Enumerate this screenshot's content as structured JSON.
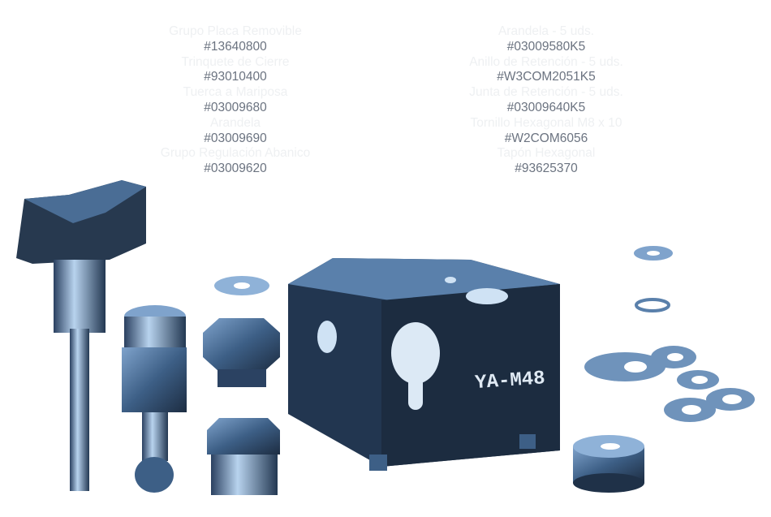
{
  "parts_left": [
    {
      "name": "Grupo Placa Removible",
      "code": "#13640800"
    },
    {
      "name": "Trinquete de Cierre",
      "code": "#93010400"
    },
    {
      "name": "Tuerca a Mariposa",
      "code": "#03009680"
    },
    {
      "name": "Arandela",
      "code": "#03009690"
    },
    {
      "name": "Grupo Regulación Abanico",
      "code": "#03009620"
    }
  ],
  "parts_right": [
    {
      "name": "Arandela - 5 uds.",
      "code": "#03009580K5"
    },
    {
      "name": "Anillo de Retención - 5 uds.",
      "code": "#W3COM2051K5"
    },
    {
      "name": "Junta de Retención - 5 uds.",
      "code": "#03009640K5"
    },
    {
      "name": "Tornillo Hexagonal M8 x 10",
      "code": "#W2COM6056"
    },
    {
      "name": "Tapón Hexagonal",
      "code": "#93625370"
    }
  ],
  "block_marking": "YA-M48",
  "colors": {
    "part_dark": "#1f3148",
    "part_mid": "#4a6d95",
    "part_light": "#a9c7e6",
    "code_text": "#6b7380",
    "name_text": "#eef0f2"
  }
}
